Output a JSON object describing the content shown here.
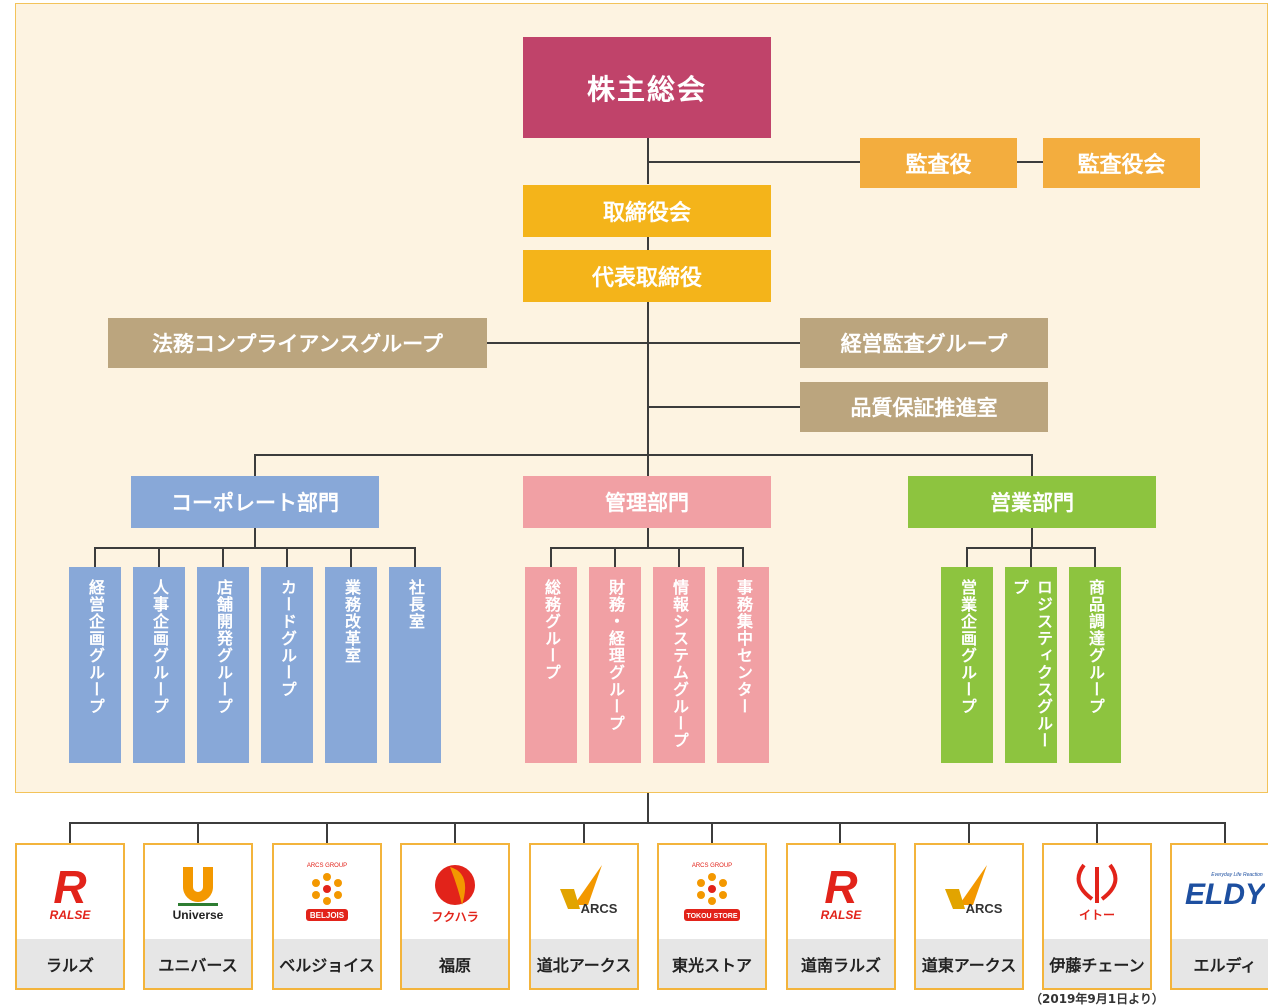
{
  "top": {
    "shareholders": "株主総会",
    "auditor": "監査役",
    "audit_board": "監査役会",
    "board": "取締役会",
    "representative": "代表取締役",
    "legal": "法務コンプライアンスグループ",
    "mgmt_audit": "経営監査グループ",
    "quality": "品質保証推進室"
  },
  "divisions": {
    "corporate": {
      "title": "コーポレート部門",
      "units": [
        "経営企画グループ",
        "人事企画グループ",
        "店舗開発グループ",
        "カードグループ",
        "業務改革室",
        "社長室"
      ]
    },
    "admin": {
      "title": "管理部門",
      "units": [
        "総務グループ",
        "財務・経理グループ",
        "情報システムグループ",
        "事務集中センター"
      ]
    },
    "sales": {
      "title": "営業部門",
      "units": [
        "営業企画グループ",
        "ロジスティクスグループ",
        "商品調達グループ"
      ]
    }
  },
  "companies": [
    {
      "name": "ラルズ",
      "logo_text": "RALSE"
    },
    {
      "name": "ユニバース",
      "logo_text": "Universe"
    },
    {
      "name": "ベルジョイス",
      "logo_text": "BELJOIS",
      "logo_sub": "ARCS GROUP"
    },
    {
      "name": "福原",
      "logo_text": "フクハラ"
    },
    {
      "name": "道北アークス",
      "logo_text": "ARCS"
    },
    {
      "name": "東光ストア",
      "logo_text": "TOKOU STORE",
      "logo_sub": "ARCS GROUP"
    },
    {
      "name": "道南ラルズ",
      "logo_text": "RALSE"
    },
    {
      "name": "道東アークス",
      "logo_text": "ARCS"
    },
    {
      "name": "伊藤チェーン",
      "logo_text": "イトー"
    },
    {
      "name": "エルディ",
      "logo_text": "ELDY",
      "logo_sub": "Everyday Life Reaction"
    }
  ],
  "note": "（2019年9月1日より）",
  "colors": {
    "shareholders": "#c0436a",
    "auditor": "#f3ad3e",
    "board": "#f4b41a",
    "staff": "#bba57e",
    "corporate": "#88a8d8",
    "admin": "#f1a0a4",
    "sales": "#8dc43f",
    "card_border": "#f3b43c"
  }
}
